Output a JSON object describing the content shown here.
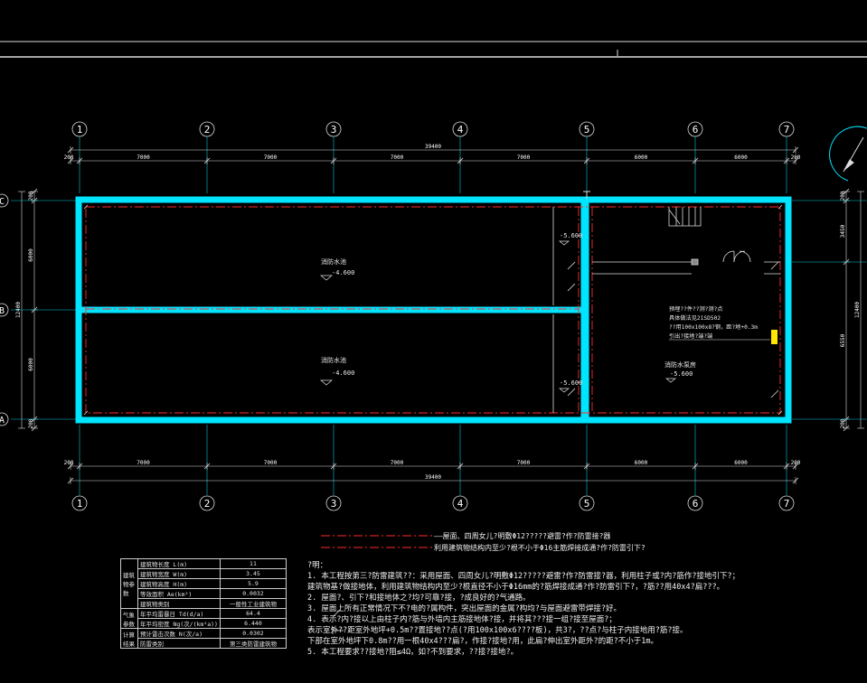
{
  "grid": {
    "axes_top": [
      "1",
      "2",
      "3",
      "4",
      "5",
      "6",
      "7"
    ],
    "axes_bottom": [
      "1",
      "2",
      "3",
      "4",
      "5",
      "6",
      "7"
    ],
    "axes_left": [
      "C",
      "B",
      "A"
    ],
    "spacings": [
      "7000",
      "7000",
      "7000",
      "7000",
      "6000",
      "6000"
    ],
    "edge_offset": "200",
    "total_length": "39400",
    "left_dims": [
      "200",
      "6000",
      "6000",
      "200"
    ],
    "left_total": "12400",
    "right_dims": [
      "200",
      "3450",
      "6550",
      "200"
    ],
    "right_total": "12400"
  },
  "labels": {
    "pool_upper": "消防水池",
    "pool_upper_elev": "-4.600",
    "pool_lower": "消防水池",
    "pool_lower_elev": "-4.600",
    "elev_a": "-5.600",
    "elev_b": "-5.600",
    "pump_room": "消防水泵房",
    "pump_room_elev": "-5.600",
    "annotation_1": "预埋??件??测?测?点",
    "annotation_2": "具体做法见21SD502",
    "annotation_3": "??用100x100x8?钢，距?地+0.3m",
    "annotation_4": "引出?接地?端?端"
  },
  "legend": {
    "line_1": "——屋面、四周女儿?明敷Φ12?????避雷?作?防雷接?器",
    "line_2": "利用建筑物结构内至少?根不小于Φ16主筋焊接成通?作?防雷引下?"
  },
  "notes": {
    "title": "?明：",
    "items": [
      "1. 本工程按第三?防雷建筑??：采用屋面、四周女儿?明敷Φ12?????避雷?作?防雷接?器，利用柱子或?内?筋作?接地引下?；",
      "   建筑物基?做接地体，利用建筑物结构内至少?根直径不小于Φ16mm的?筋焊接成通?作?防雷引下?，?筋??用40x4?扁???。",
      "2. 屋面?、引下?和接地体之?均?可靠?接，?成良好的?气通路。",
      "3. 屋面上所有正常情况下不?电的?属构件，突出屋面的金属?构均?与屋面避雷带焊接?好。",
      "4.     表示?内?接以上由柱子内?筋与外墙内主筋接地体?接，并将其???接一组?接至屋面?；",
      "      表示室外??距室外地坪+0.5m??置接地??点(?用100x100x6????板)，共3?，??点?与柱子内接地用?筋?接。",
      "   下部在室外地坪下0.8m??用一根40x4???扁?，作接?接地?用，此扁?伸出室外距外?的距?不小于1m。",
      "5. 本工程要求??接地?阻≤4Ω，如?不到要求，??接?接地?。"
    ]
  },
  "params": {
    "rows": [
      [
        "建筑物长度 L(m)",
        "11"
      ],
      [
        "建筑物宽度 W(m)",
        "3.45"
      ],
      [
        "建筑物高度 H(m)",
        "5.9"
      ],
      [
        "等效面积 Ae(km²)",
        "0.0032"
      ],
      [
        "建筑物类别",
        "一般性工业建筑物"
      ],
      [
        "年平均雷暴日 Td(d/a)",
        "64.4"
      ],
      [
        "年平均密度 Ng(次/(km²a))",
        "6.440"
      ],
      [
        "预计雷击次数 N(次/a)",
        "0.0302"
      ],
      [
        "防雷类别",
        "第三类防雷建筑物"
      ]
    ],
    "group_1": "建筑物参数",
    "group_2": "气象参数",
    "group_3": "计算结果"
  },
  "colors": {
    "wall": "#00e5ff",
    "axis": "#00ffff",
    "dashed": "#ff2a2a",
    "dim": "#ffffff"
  }
}
